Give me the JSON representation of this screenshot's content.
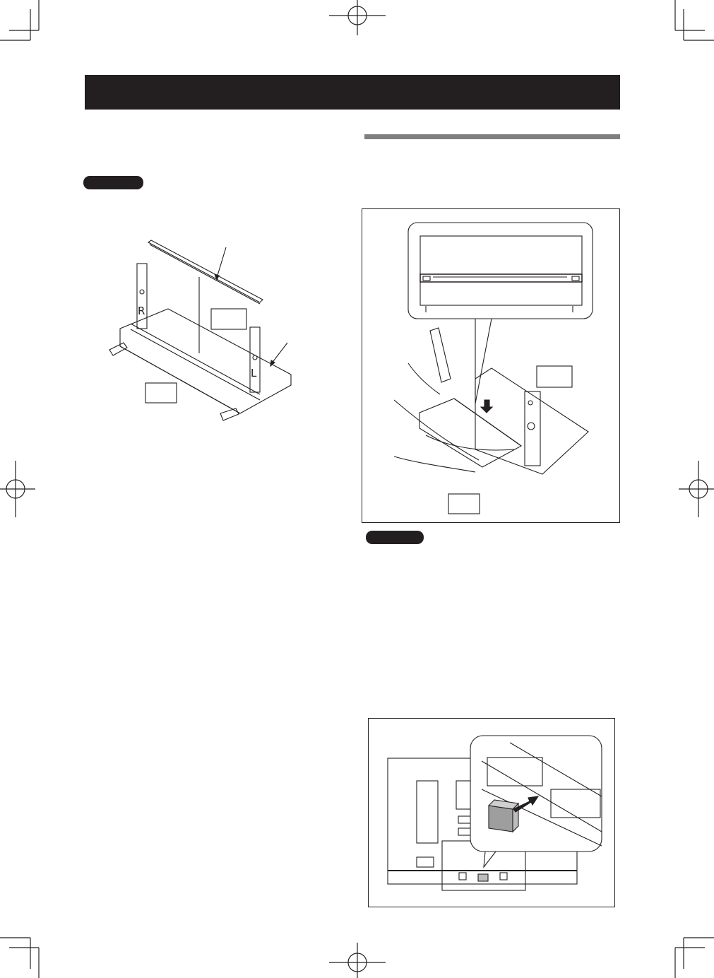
{
  "page": {
    "header_bar": {
      "color": "#231f20",
      "text": ""
    },
    "section_rule": {
      "color": "#808080"
    },
    "badges": [
      {
        "label": "",
        "color": "#231f20"
      },
      {
        "label": "",
        "color": "#231f20"
      }
    ]
  },
  "figures": [
    {
      "id": "stand-assembly",
      "description": "Stand base with left and right posts and top bar",
      "labels": {
        "right_post": "R",
        "left_post": "L"
      },
      "callout_boxes": 2
    },
    {
      "id": "attach-display",
      "description": "Hands lowering display onto stand with magnified detail inset",
      "callout_boxes": 2
    },
    {
      "id": "rear-bracket",
      "description": "Rear of display with magnified inset showing block inserted into bracket",
      "callout_boxes": 0
    }
  ],
  "print_marks": {
    "crop_marks": [
      "top-left",
      "top-right",
      "bottom-left",
      "bottom-right"
    ],
    "registration_marks": [
      "top-center",
      "left-middle",
      "right-middle",
      "bottom-center"
    ]
  }
}
